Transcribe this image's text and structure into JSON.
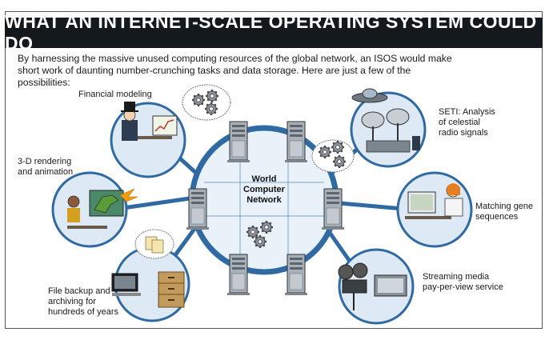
{
  "title": "WHAT AN INTERNET-SCALE OPERATING SYSTEM COULD DO",
  "intro": "By harnessing the massive unused computing resources of the global network, an ISOS would make short work of daunting number-crunching tasks and data storage. Here are just a few of the possibilities:",
  "center_label": [
    "World",
    "Computer",
    "Network"
  ],
  "uses": {
    "financial": "Financial modeling",
    "rendering": [
      "3-D rendering",
      "and animation"
    ],
    "backup": [
      "File backup and",
      "archiving for",
      "hundreds of years"
    ],
    "seti": [
      "SETI: Analysis",
      "of celestial",
      "radio signals"
    ],
    "gene": [
      "Matching gene",
      "sequences"
    ],
    "media": [
      "Streaming media",
      "pay-per-view service"
    ]
  },
  "colors": {
    "title_bg": "#14191d",
    "ring": "#2f6aa3",
    "ring_fill": "#e3eef8",
    "circle_fill": "#dde9f4",
    "server": "#9aa3ab"
  },
  "icons": [
    "gear-icon",
    "server-icon",
    "satellite-dish-icon",
    "ufo-icon",
    "computer-icon",
    "dragon-icon",
    "film-projector-icon"
  ]
}
